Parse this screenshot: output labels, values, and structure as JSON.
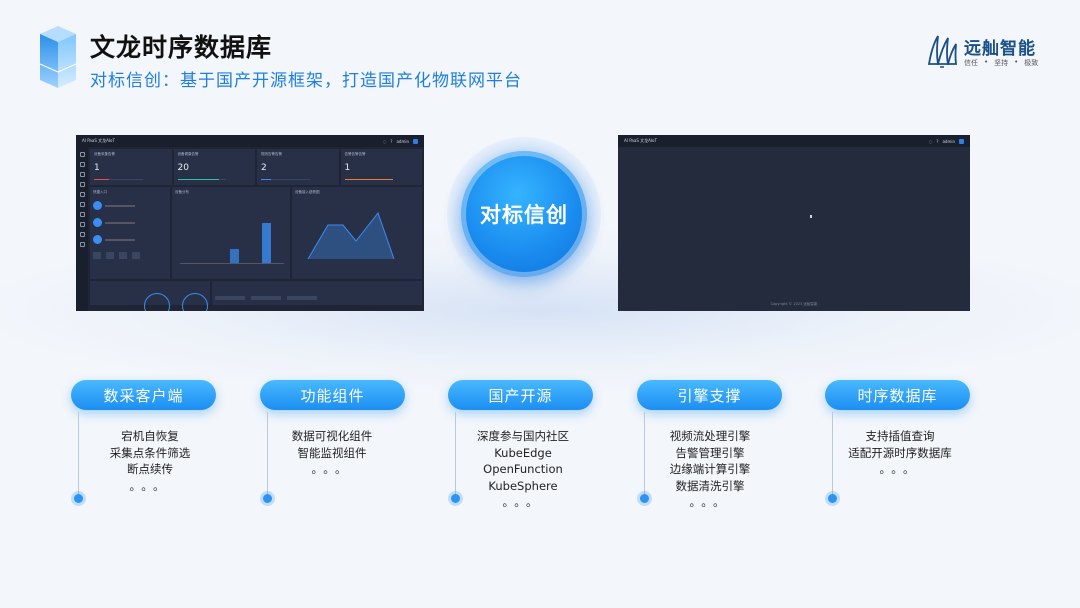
{
  "header": {
    "title": "文龙时序数据库",
    "subtitle": "对标信创：基于国产开源框架，打造国产化物联网平台"
  },
  "brand": {
    "name": "远舢智能",
    "slogan": [
      "信任",
      "•",
      "坚持",
      "•",
      "极致"
    ]
  },
  "left_shot": {
    "app_title": "AI PaaS 文龙AIoT",
    "user_label": "admin",
    "stats": [
      {
        "label": "设备采集告警",
        "value": "1"
      },
      {
        "label": "设备健康告警",
        "value": "20"
      },
      {
        "label": "规则告警告警",
        "value": "2"
      },
      {
        "label": "告警告警告警",
        "value": "1"
      }
    ],
    "panels": {
      "quick": "快捷入口",
      "distribution": "设备分布",
      "trend": "设备接入趋势图"
    }
  },
  "right_shot": {
    "app_title": "AI PaaS 文龙AIoT",
    "user_label": "admin",
    "copyright": "Copyright © 2023 远舢智能"
  },
  "center": {
    "label": "对标信创"
  },
  "columns": [
    {
      "title": "数采客户端",
      "lines": [
        "宕机自恢复",
        "采集点条件筛选",
        "断点续传"
      ],
      "more": "。。。"
    },
    {
      "title": "功能组件",
      "lines": [
        "数据可视化组件",
        "智能监视组件"
      ],
      "more": "。。。"
    },
    {
      "title": "国产开源",
      "lines": [
        "深度参与国内社区",
        "KubeEdge",
        "OpenFunction",
        "KubeSphere"
      ],
      "more": "。。。"
    },
    {
      "title": "引擎支撑",
      "lines": [
        "视频流处理引擎",
        "告警管理引擎",
        "边缘端计算引擎",
        "数据清洗引擎"
      ],
      "more": "。。。"
    },
    {
      "title": "时序数据库",
      "lines": [
        "支持插值查询",
        "适配开源时序数据库"
      ],
      "more": "。。。"
    }
  ],
  "colors": {
    "accent": "#1f7fe0",
    "pill": "#1c8ef2",
    "dark_bg": "#1f2535"
  }
}
